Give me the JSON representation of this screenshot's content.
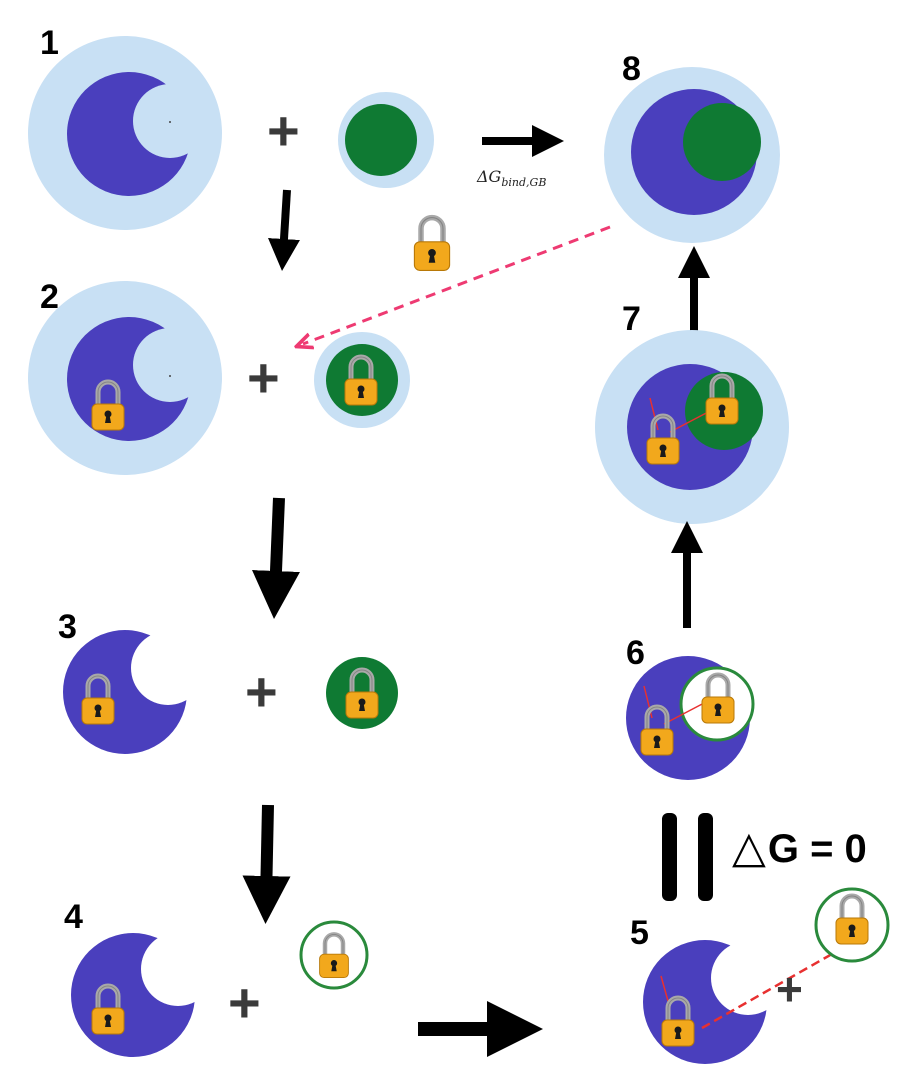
{
  "colors": {
    "protein": "#4a3fbd",
    "solvent": "#c8e0f4",
    "ligand": "#0f7a33",
    "ligand_ring": "#2a8a3c",
    "arrow": "#000000",
    "dashed_cycle": "#ee3a72",
    "restraint_line": "#e83030",
    "lock_body": "#f2a81c",
    "lock_shackle": "#a9a9a9"
  },
  "steps": {
    "s1": "1",
    "s2": "2",
    "s3": "3",
    "s4": "4",
    "s5": "5",
    "s6": "6",
    "s7": "7",
    "s8": "8"
  },
  "labels": {
    "plus": "+",
    "dg_symbol": "ΔG",
    "dg_subscript": "bind,GB",
    "triangle_symbol": "△",
    "dg_zero_text": "G = 0"
  },
  "icons": [
    "padlock-icon",
    "plus-icon",
    "arrow-icon"
  ]
}
